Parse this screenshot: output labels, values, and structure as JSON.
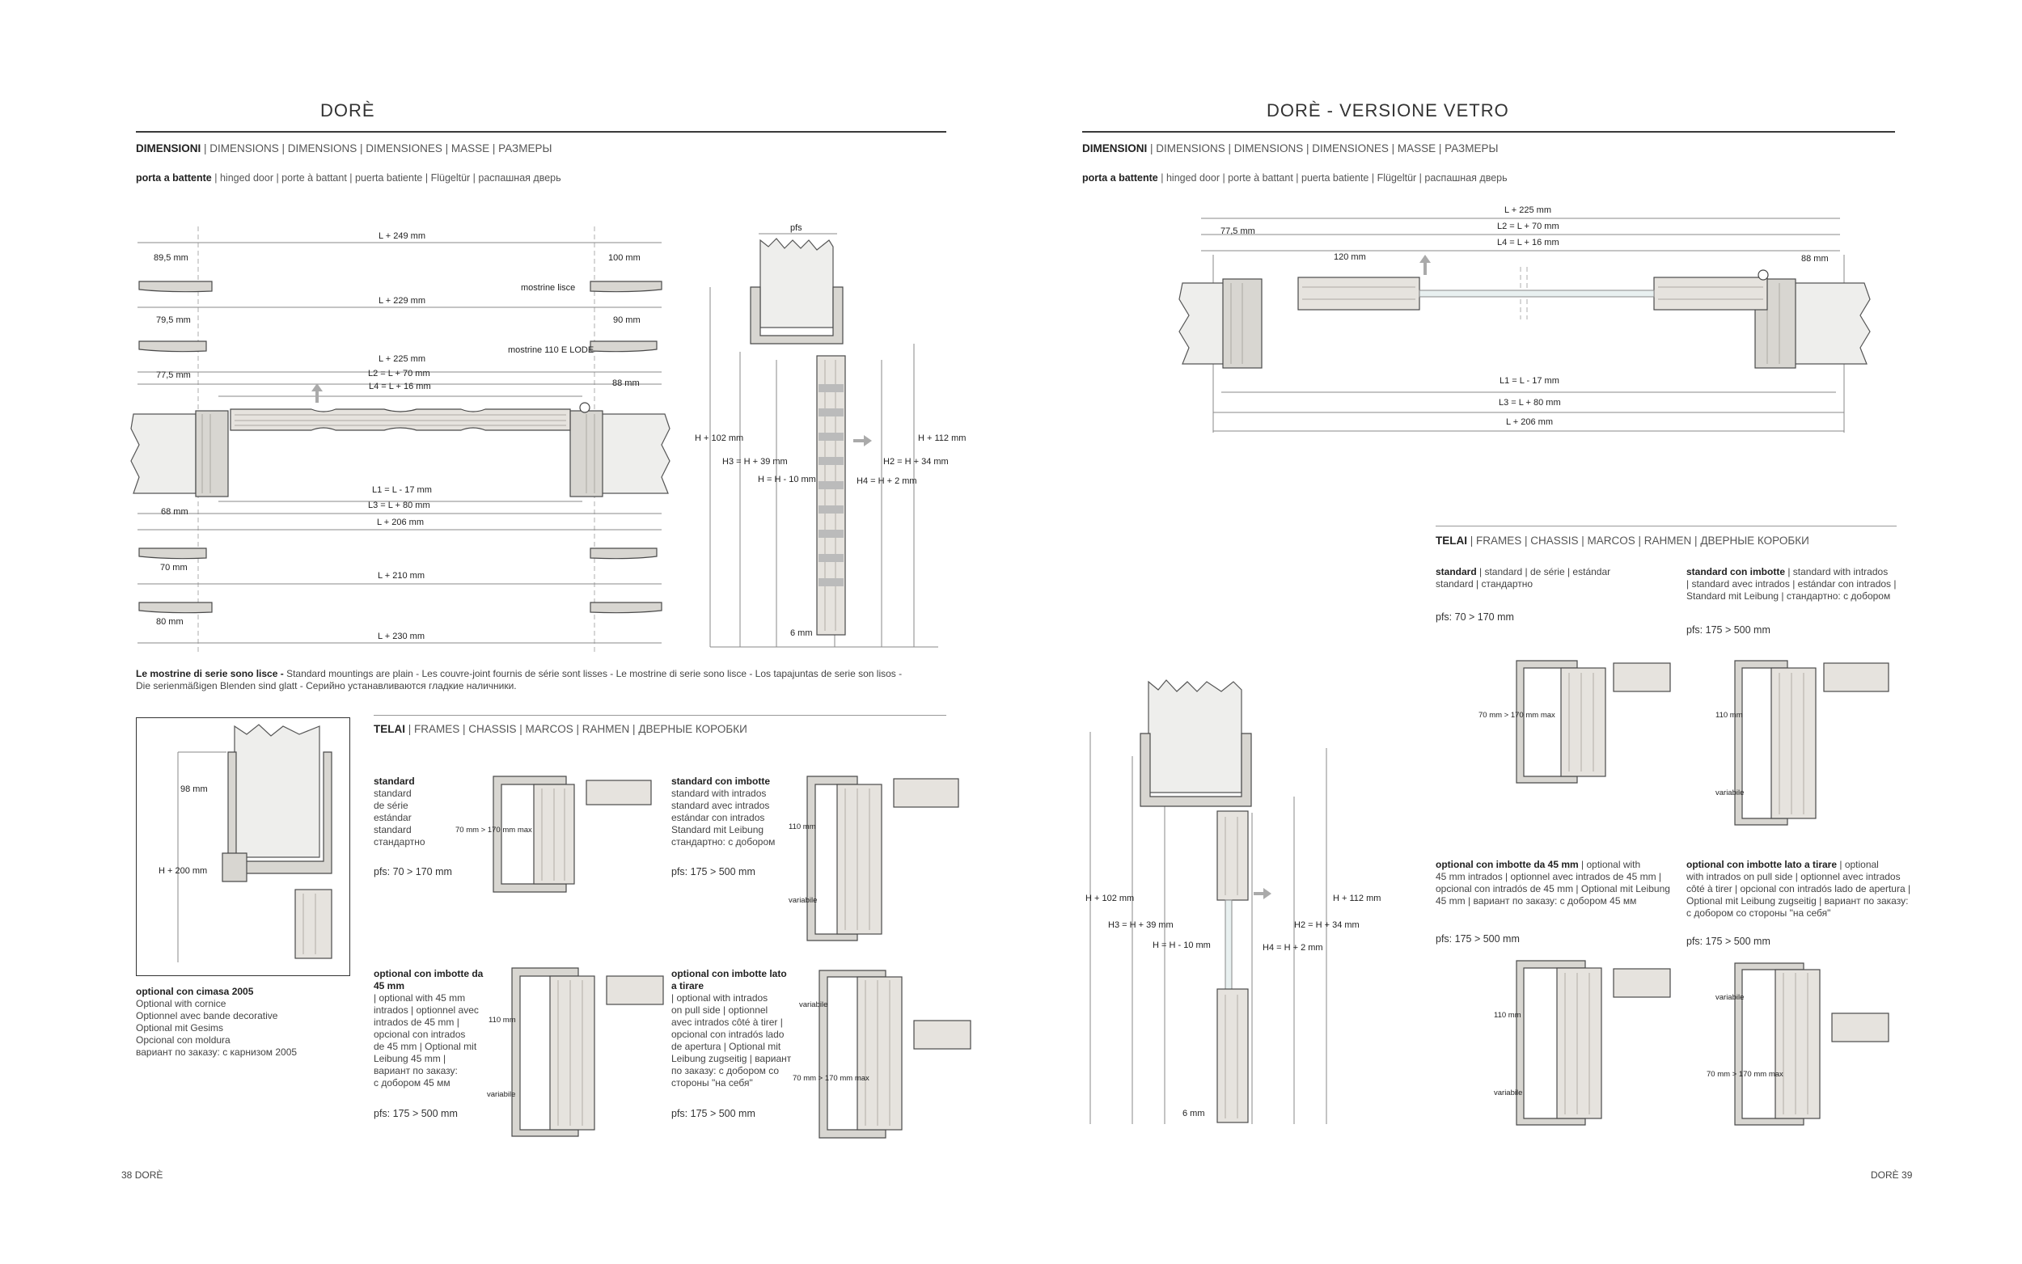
{
  "left": {
    "title": "DORÈ",
    "dim_header_bold": "DIMENSIONI",
    "dim_header_rest": " | DIMENSIONS | DIMENSIONS | DIMENSIONES | MASSE | РАЗМЕРЫ",
    "door_type_bold": "porta a battente",
    "door_type_rest": " | hinged door | porte à battant  | puerta batiente | Flügeltür | распашная дверь",
    "dims": {
      "l249": "L + 249 mm",
      "w895": "89,5 mm",
      "w100": "100 mm",
      "mostrine_lisce": "mostrine lisce",
      "l229": "L + 229 mm",
      "w795": "79,5 mm",
      "w90": "90 mm",
      "mostrine_110": "mostrine 110 E LODE",
      "l225": "L + 225 mm",
      "l2": "L2 = L + 70 mm",
      "l4": "L4 = L + 16 mm",
      "w775": "77,5 mm",
      "w88": "88 mm",
      "l1": "L1 = L - 17 mm",
      "l3": "L3 = L + 80 mm",
      "w68": "68 mm",
      "l206": "L + 206 mm",
      "w70": "70 mm",
      "l210": "L + 210 mm",
      "w80": "80 mm",
      "l230": "L + 230 mm"
    },
    "vert": {
      "pfs": "pfs",
      "h102": "H + 102 mm",
      "h3": "H3 = H + 39 mm",
      "hh10": "H = H - 10 mm",
      "h4": "H4 = H + 2 mm",
      "h2": "H2 = H + 34 mm",
      "h112": "H + 112 mm",
      "mm6": "6 mm"
    },
    "note_bold": "Le mostrine di serie sono lisce -",
    "note_rest": " Standard mountings are plain - Les couvre-joint fournis de série sont lisses - Le mostrine di serie sono lisce - Los tapajuntas de serie son lisos -",
    "note_line2": "Die serienmäßigen Blenden sind glatt - Серийно устанавливаются гладкие наличники.",
    "cornice": {
      "w98": "98 mm",
      "h200": "H + 200 mm",
      "caption_bold": "optional con cimasa 2005",
      "caption_lines": [
        "Optional with cornice",
        "Optionnel avec bande decorative",
        "Optional mit Gesims",
        "Opcional con moldura",
        "вариант по заказу: с карнизом 2005"
      ]
    },
    "telai_bold": "TELAI",
    "telai_rest": " | FRAMES | CHASSIS | MARCOS | RAHMEN | ДВЕРНЫЕ КОРОБКИ",
    "frames": [
      {
        "title": "standard",
        "lines": [
          "standard",
          "de série",
          "estándar",
          "standard",
          "стандартно"
        ],
        "pfs": "pfs: 70 > 170 mm",
        "dim": "70 mm > 170 mm max"
      },
      {
        "title": "standard con imbotte",
        "lines": [
          "standard with intrados",
          "standard avec intrados",
          "estándar con intrados",
          "Standard mit Leibung",
          "стандартно: с добором"
        ],
        "pfs": "pfs: 175 > 500 mm",
        "dim1": "110 mm",
        "dim2": "variabile"
      },
      {
        "title": "optional con imbotte da 45 mm",
        "lines": [
          "| optional with 45 mm",
          "intrados | optionnel avec",
          "intrados de 45 mm |",
          "opcional con intrados",
          "de 45 mm  | Optional mit",
          "Leibung 45 mm |",
          "вариант по заказу:",
          "с добором 45 мм"
        ],
        "pfs": "pfs: 175 > 500 mm",
        "dim1": "110 mm",
        "dim2": "variabile"
      },
      {
        "title": "optional con imbotte lato a tirare",
        "lines": [
          "| optional with intrados",
          "on pull side | optionnel",
          "avec intrados côté à tirer |",
          "opcional con intradós lado",
          "de apertura | Optional mit",
          "Leibung zugseitig | вариант",
          "по заказу: с добором со",
          "стороны \"на себя\""
        ],
        "pfs": "pfs: 175 > 500 mm",
        "dim1": "variabile",
        "dim2": "70 mm > 170 mm max"
      }
    ],
    "page_num": "38",
    "page_name": "DORÈ"
  },
  "right": {
    "title": "DORÈ  - VERSIONE VETRO",
    "dim_header_bold": "DIMENSIONI",
    "dim_header_rest": " | DIMENSIONS | DIMENSIONS | DIMENSIONES | MASSE | РАЗМЕРЫ",
    "door_type_bold": "porta a battente",
    "door_type_rest": " | hinged door | porte à battant  | puerta batiente | Flügeltür | распашная дверь",
    "dims": {
      "l225": "L + 225 mm",
      "l2": "L2 = L + 70 mm",
      "l4": "L4 = L + 16 mm",
      "w775": "77,5 mm",
      "w120": "120 mm",
      "w88": "88 mm",
      "l1": "L1 = L - 17 mm",
      "l3": "L3 = L + 80 mm",
      "l206": "L + 206 mm"
    },
    "vert": {
      "h102": "H + 102 mm",
      "h3": "H3 = H + 39 mm",
      "hh10": "H = H - 10 mm",
      "h4": "H4 = H + 2 mm",
      "h2": "H2 = H + 34 mm",
      "h112": "H + 112 mm",
      "mm6": "6 mm"
    },
    "telai_bold": "TELAI",
    "telai_rest": " | FRAMES | CHASSIS | MARCOS | RAHMEN | ДВЕРНЫЕ КОРОБКИ",
    "frames": [
      {
        "title": "standard",
        "line1": " | standard | de série | estándar",
        "line2": "standard | стандартно",
        "pfs": "pfs: 70 > 170 mm",
        "dim": "70 mm > 170 mm max"
      },
      {
        "title": "standard con imbotte",
        "line1": " | standard with intrados",
        "line2": "| standard avec intrados | estándar con intrados |",
        "line3": "Standard mit Leibung | стандартно: с добором",
        "pfs": "pfs: 175 > 500 mm",
        "dim1": "110 mm",
        "dim2": "variabile"
      },
      {
        "title": "optional con imbotte da 45 mm",
        "line1": " | optional with",
        "line2": "45 mm intrados | optionnel avec intrados de 45 mm |",
        "line3": "opcional con intradós de 45 mm  | Optional mit Leibung",
        "line4": "45 mm | вариант по заказу: с добором 45 мм",
        "pfs": "pfs: 175 > 500 mm",
        "dim1": "110 mm",
        "dim2": "variabile"
      },
      {
        "title": "optional con imbotte lato a tirare",
        "line1": " | optional",
        "line2": "with intrados on pull side | optionnel avec intrados",
        "line3": "côté à tirer | opcional con intradós lado de apertura |",
        "line4": "Optional mit Leibung zugseitig | вариант по заказу:",
        "line5": "с добором со стороны \"на себя\"",
        "pfs": "pfs: 175 > 500 mm",
        "dim1": "variabile",
        "dim2": "70 mm > 170 mm max"
      }
    ],
    "page_num": "39",
    "page_name": "DORÈ"
  }
}
